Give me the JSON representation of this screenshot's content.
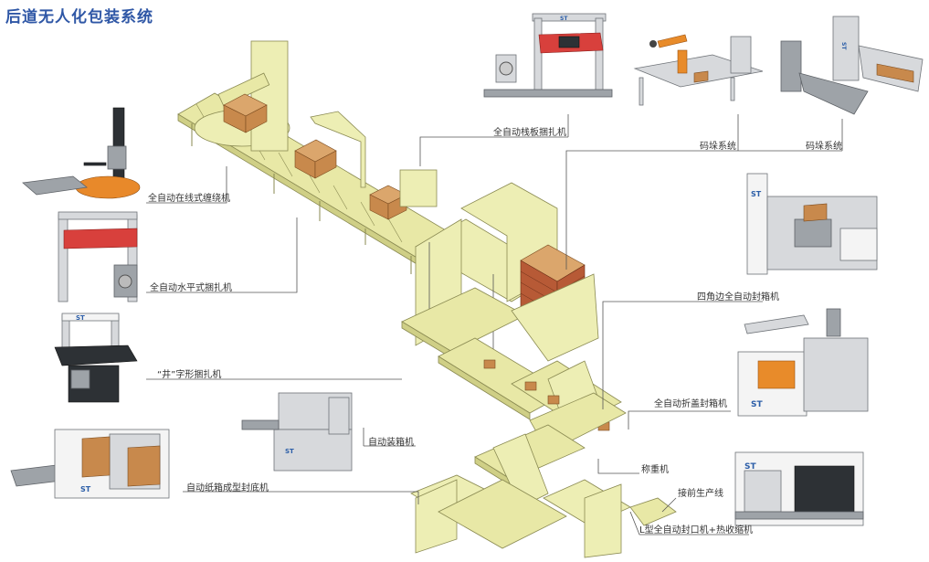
{
  "title": "后道无人化包装系统",
  "labels": {
    "wrapping": "全自动在线式缠绕机",
    "horizontal_strapping": "全自动水平式捆扎机",
    "cross_strapping": "“井”字形捆扎机",
    "case_erector": "自动纸箱成型封底机",
    "case_packer": "自动装箱机",
    "pallet_strapping": "全自动栈板捆扎机",
    "palletizer_1": "码垛系统",
    "palletizer_2": "码垛系统",
    "four_corner_sealer": "四角边全自动封箱机",
    "flap_folding_sealer": "全自动折盖封箱机",
    "checkweigher": "称重机",
    "upstream_line": "接前生产线",
    "shrink_wrapper": "L型全自动封口机+热收缩机"
  },
  "brand": "ST",
  "colors": {
    "title": "#2f57a6",
    "conveyor": "#e8e8a6",
    "carton": "#c8894c",
    "pallet": "#b75a36",
    "machine_grey": "#d7d9dc",
    "brand_blue": "#2c5ea8"
  }
}
